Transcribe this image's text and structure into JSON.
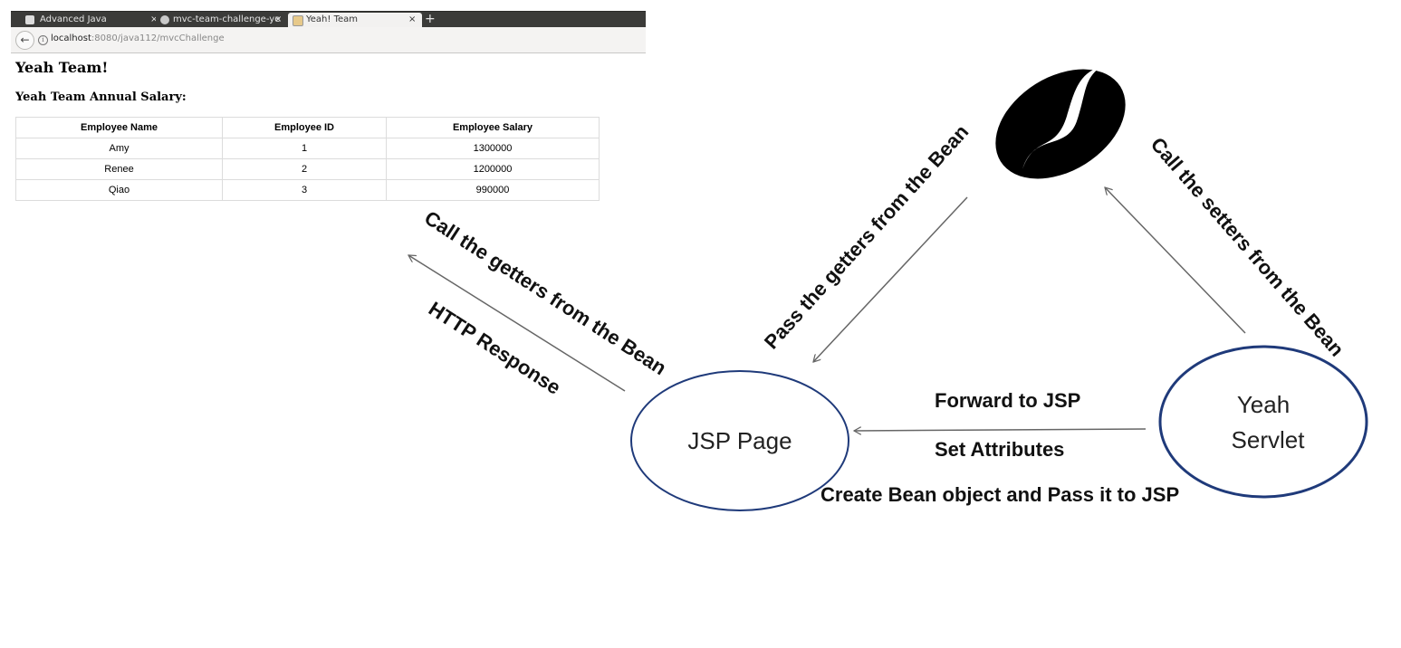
{
  "browser": {
    "tabs": [
      {
        "label": "Advanced Java",
        "close": "×",
        "active": false
      },
      {
        "label": "mvc-team-challenge-ye",
        "close": "×",
        "active": false
      },
      {
        "label": "Yeah! Team",
        "close": "×",
        "active": true
      }
    ],
    "new_tab": "+",
    "url_host": "localhost",
    "url_path": ":8080/java112/mvcChallenge"
  },
  "page": {
    "title": "Yeah Team!",
    "subtitle": "Yeah Team Annual Salary:",
    "table": {
      "headers": [
        "Employee Name",
        "Employee ID",
        "Employee Salary"
      ],
      "rows": [
        [
          "Amy",
          "1",
          "1300000"
        ],
        [
          "Renee",
          "2",
          "1200000"
        ],
        [
          "Qiao",
          "3",
          "990000"
        ]
      ]
    }
  },
  "diagram": {
    "nodes": {
      "jsp": "JSP Page",
      "servlet_line1": "Yeah",
      "servlet_line2": "Servlet"
    },
    "labels": {
      "call_getters": "Call the getters from the Bean",
      "http_response": "HTTP Response",
      "pass_getters": "Pass the getters from the Bean",
      "call_setters": "Call the setters from the Bean",
      "forward": "Forward to JSP",
      "set_attributes": "Set Attributes",
      "create_bean": "Create Bean object and Pass it to JSP"
    },
    "colors": {
      "ellipse_stroke": "#1f3a7a",
      "arrow": "#666666",
      "bean": "#000000"
    },
    "icons": [
      "coffee-bean-icon"
    ]
  }
}
